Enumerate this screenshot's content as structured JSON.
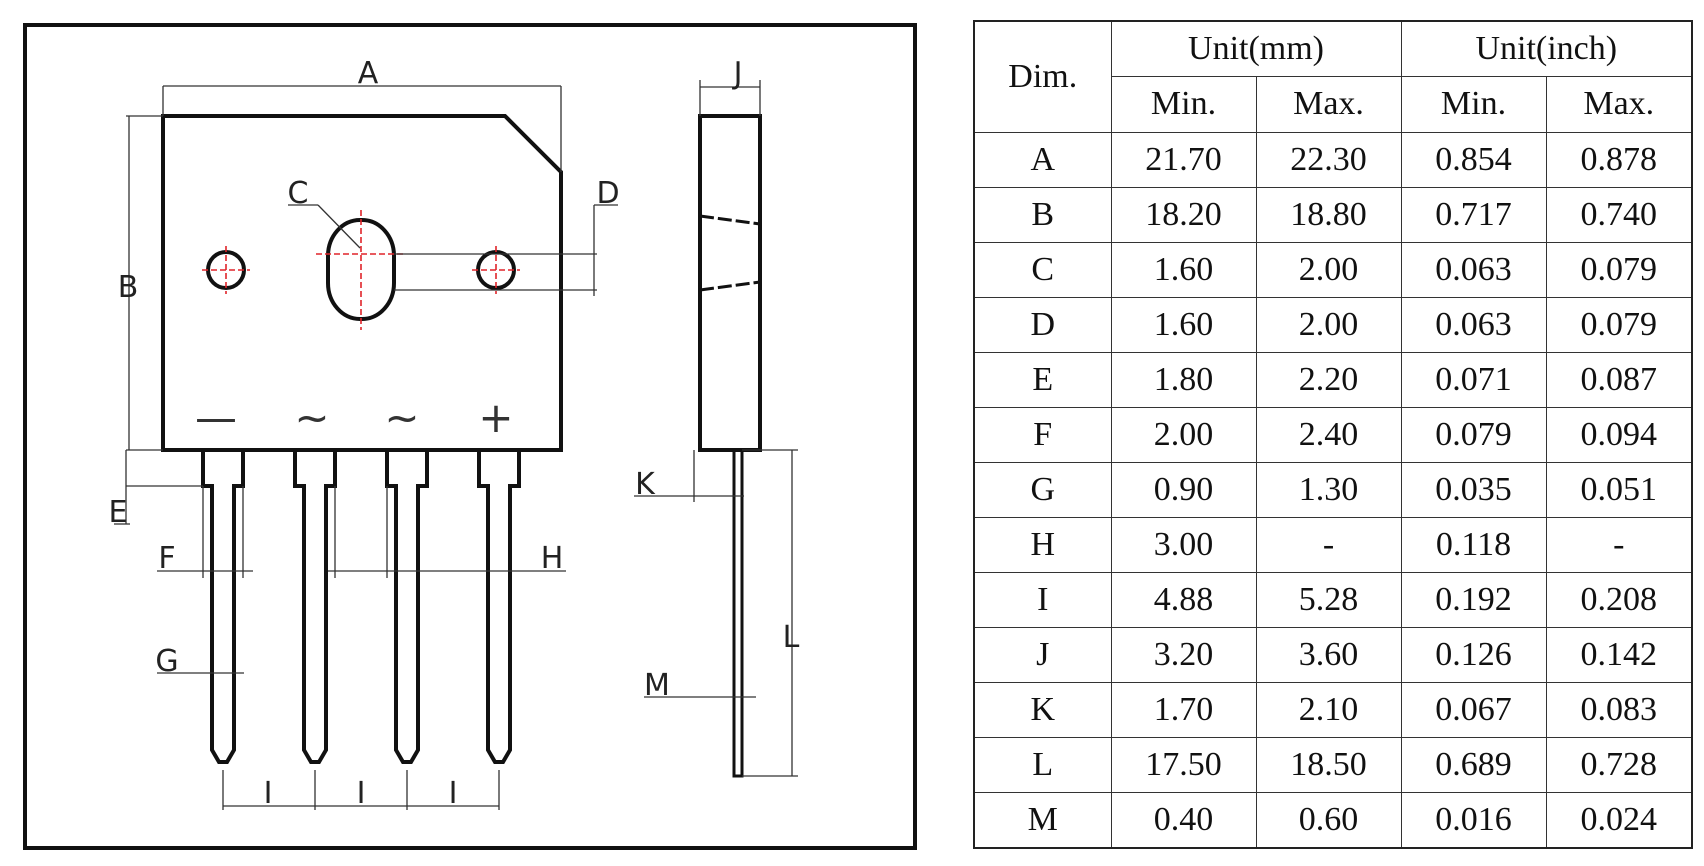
{
  "drawing": {
    "labels": {
      "A": "A",
      "B": "B",
      "C": "C",
      "D": "D",
      "E": "E",
      "F": "F",
      "G": "G",
      "H": "H",
      "I": "I",
      "J": "J",
      "K": "K",
      "L": "L",
      "M": "M"
    },
    "pin_symbols": [
      "—",
      "~",
      "~",
      "+"
    ]
  },
  "table": {
    "dim_header": "Dim.",
    "group_headers": [
      "Unit(mm)",
      "Unit(inch)"
    ],
    "sub_headers": [
      "Min.",
      "Max.",
      "Min.",
      "Max."
    ],
    "rows": [
      {
        "dim": "A",
        "mm_min": "21.70",
        "mm_max": "22.30",
        "in_min": "0.854",
        "in_max": "0.878"
      },
      {
        "dim": "B",
        "mm_min": "18.20",
        "mm_max": "18.80",
        "in_min": "0.717",
        "in_max": "0.740"
      },
      {
        "dim": "C",
        "mm_min": "1.60",
        "mm_max": "2.00",
        "in_min": "0.063",
        "in_max": "0.079"
      },
      {
        "dim": "D",
        "mm_min": "1.60",
        "mm_max": "2.00",
        "in_min": "0.063",
        "in_max": "0.079"
      },
      {
        "dim": "E",
        "mm_min": "1.80",
        "mm_max": "2.20",
        "in_min": "0.071",
        "in_max": "0.087"
      },
      {
        "dim": "F",
        "mm_min": "2.00",
        "mm_max": "2.40",
        "in_min": "0.079",
        "in_max": "0.094"
      },
      {
        "dim": "G",
        "mm_min": "0.90",
        "mm_max": "1.30",
        "in_min": "0.035",
        "in_max": "0.051"
      },
      {
        "dim": "H",
        "mm_min": "3.00",
        "mm_max": "-",
        "in_min": "0.118",
        "in_max": "-"
      },
      {
        "dim": "I",
        "mm_min": "4.88",
        "mm_max": "5.28",
        "in_min": "0.192",
        "in_max": "0.208"
      },
      {
        "dim": "J",
        "mm_min": "3.20",
        "mm_max": "3.60",
        "in_min": "0.126",
        "in_max": "0.142"
      },
      {
        "dim": "K",
        "mm_min": "1.70",
        "mm_max": "2.10",
        "in_min": "0.067",
        "in_max": "0.083"
      },
      {
        "dim": "L",
        "mm_min": "17.50",
        "mm_max": "18.50",
        "in_min": "0.689",
        "in_max": "0.728"
      },
      {
        "dim": "M",
        "mm_min": "0.40",
        "mm_max": "0.60",
        "in_min": "0.016",
        "in_max": "0.024"
      }
    ]
  }
}
